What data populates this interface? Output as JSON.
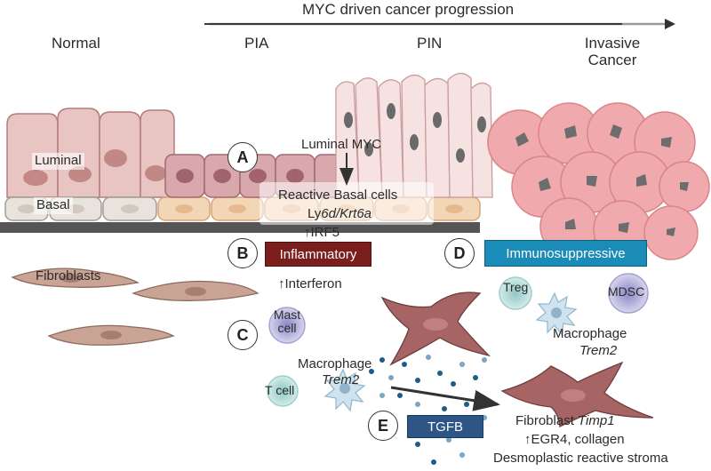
{
  "progression_title": "MYC driven cancer progression",
  "stages": {
    "normal": "Normal",
    "pia": "PIA",
    "pin": "PIN",
    "invasive_line1": "Invasive",
    "invasive_line2": "Cancer"
  },
  "layers": {
    "luminal": "Luminal",
    "basal": "Basal",
    "fibroblasts": "Fibroblasts"
  },
  "panel_a": {
    "letter": "A",
    "luminal_myc": "Luminal MYC",
    "reactive_basal": "Reactive Basal cells",
    "marker_prefix": "Ly",
    "marker_italic": "6d/Krt6a",
    "irf5": "↑IRF5"
  },
  "panel_b": {
    "letter": "B",
    "label": "Inflammatory",
    "interferon": "↑Interferon",
    "color": "#7b1e1e"
  },
  "panel_c": {
    "letter": "C",
    "mast_line1": "Mast",
    "mast_line2": "cell",
    "macrophage": "Macrophage",
    "macrophage_gene": "Trem2",
    "tcell": "T cell"
  },
  "panel_d": {
    "letter": "D",
    "label": "Immunosuppressive",
    "treg": "Treg",
    "mdsc": "MDSC",
    "macrophage": "Macrophage",
    "macrophage_gene": "Trem2",
    "color": "#1b8bb8"
  },
  "panel_e": {
    "letter": "E",
    "label": "TGFB",
    "fibroblast": "Fibroblast",
    "fibroblast_gene": "Timp1",
    "egr4": "↑EGR4, collagen",
    "stroma": "Desmoplastic reactive stroma",
    "color": "#2d5585"
  }
}
